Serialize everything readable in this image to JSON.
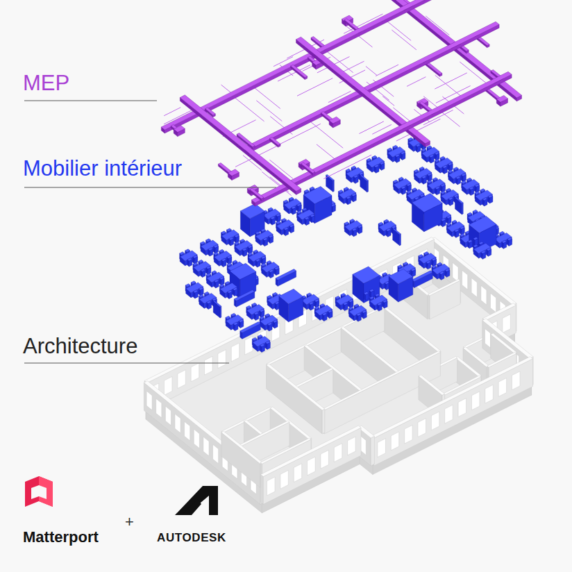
{
  "diagram": {
    "labels": [
      "MEP",
      "Mobilier intérieur",
      "Architecture",
      "Matterport",
      "+",
      "AUTODESK"
    ]
  }
}
